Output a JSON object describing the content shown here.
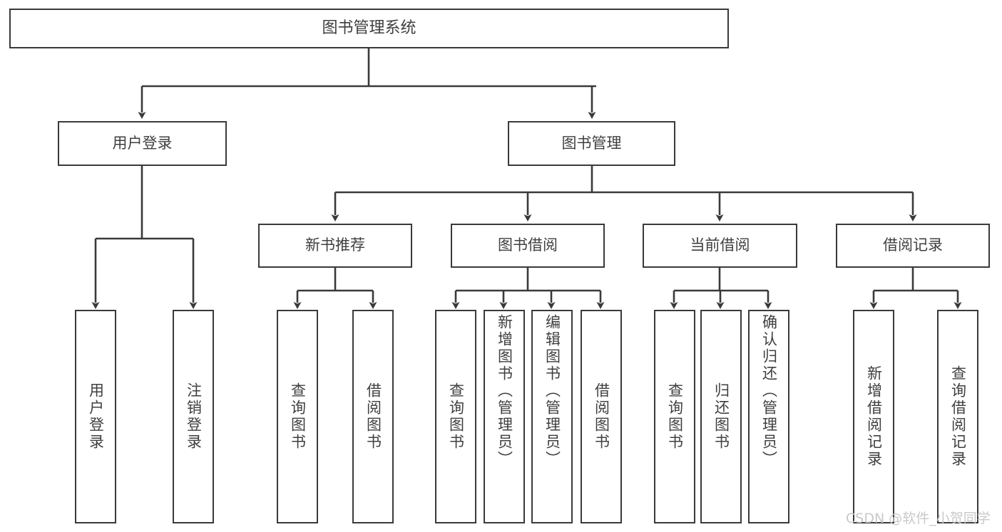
{
  "diagram": {
    "type": "tree-hierarchy",
    "orientation": "top-down",
    "title": "图书管理系统",
    "root": {
      "id": "root",
      "label": "图书管理系统"
    },
    "level2": [
      {
        "id": "user-login",
        "label": "用户登录"
      },
      {
        "id": "book-management",
        "label": "图书管理"
      }
    ],
    "level3": [
      {
        "id": "new-book-recommend",
        "label": "新书推荐",
        "parent": "book-management"
      },
      {
        "id": "book-borrow",
        "label": "图书借阅",
        "parent": "book-management"
      },
      {
        "id": "current-borrow",
        "label": "当前借阅",
        "parent": "book-management"
      },
      {
        "id": "borrow-record",
        "label": "借阅记录",
        "parent": "book-management"
      }
    ],
    "leaves": {
      "user-login": [
        {
          "id": "leaf-user-login",
          "label": "用户登录"
        },
        {
          "id": "leaf-logout",
          "label": "注销登录"
        }
      ],
      "new-book-recommend": [
        {
          "id": "leaf-query-book-1",
          "label": "查询图书"
        },
        {
          "id": "leaf-borrow-book-1",
          "label": "借阅图书"
        }
      ],
      "book-borrow": [
        {
          "id": "leaf-query-book-2",
          "label": "查询图书"
        },
        {
          "id": "leaf-add-book",
          "label": "新增图书（管理员）"
        },
        {
          "id": "leaf-edit-book",
          "label": "编辑图书（管理员）"
        },
        {
          "id": "leaf-borrow-book-2",
          "label": "借阅图书"
        }
      ],
      "current-borrow": [
        {
          "id": "leaf-query-book-3",
          "label": "查询图书"
        },
        {
          "id": "leaf-return-book",
          "label": "归还图书"
        },
        {
          "id": "leaf-confirm-return",
          "label": "确认归还（管理员）"
        }
      ],
      "borrow-record": [
        {
          "id": "leaf-add-record",
          "label": "新增借阅记录"
        },
        {
          "id": "leaf-query-record",
          "label": "查询借阅记录"
        }
      ]
    },
    "colors": {
      "box_border": "#3a3a3a",
      "box_fill": "#ffffff",
      "connector": "#3a3a3a",
      "text": "#3f3f3f",
      "background": "#ffffff",
      "watermark": "#c9c9c9"
    }
  },
  "watermark": {
    "text": "CSDN @软件_小贺同学"
  }
}
